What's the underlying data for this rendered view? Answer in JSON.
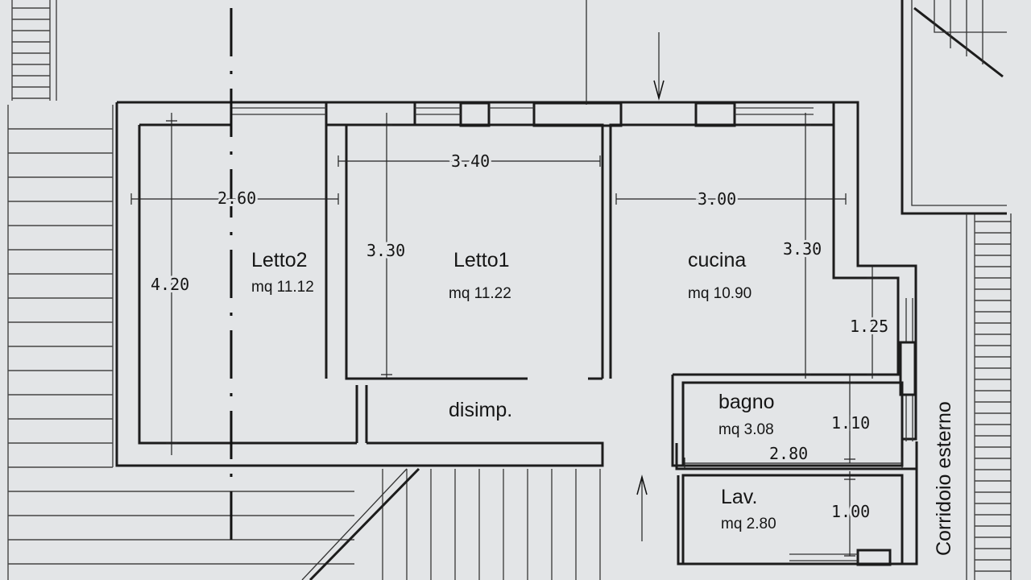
{
  "rooms": {
    "letto2": {
      "name": "Letto2",
      "area": "mq 11.12",
      "width": "2.60",
      "length": "4.20"
    },
    "letto1": {
      "name": "Letto1",
      "area": "mq 11.22",
      "width": "3.40",
      "length": "3.30"
    },
    "cucina": {
      "name": "cucina",
      "area": "mq 10.90",
      "width": "3.00",
      "length": "3.30",
      "extra": "1.25"
    },
    "disimp": {
      "name": "disimp."
    },
    "bagno": {
      "name": "bagno",
      "area": "mq 3.08",
      "length": "1.10",
      "width": "2.80"
    },
    "lav": {
      "name": "Lav.",
      "area": "mq 2.80",
      "length": "1.00"
    }
  },
  "corridor": "Corridoio esterno"
}
